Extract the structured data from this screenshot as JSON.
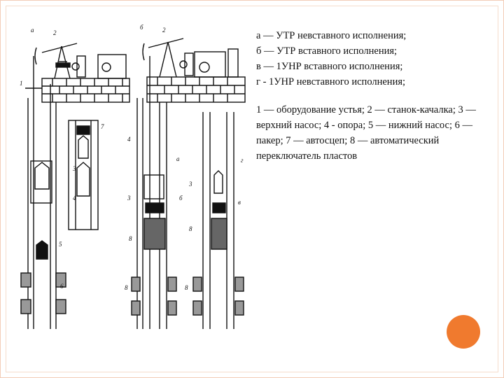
{
  "caption": {
    "lines": [
      "а — УТР невставного исполнения;",
      "б — УТР вставного исполнения;",
      " в — 1УНР вставного исполнения;",
      " г ‑ 1УНР невставного исполнения;"
    ],
    "legend": "1 — оборудование устья; 2 — станок-качалка; 3 — верхний насос; 4 ‑ опора; 5 — нижний насос; 6 — пакер; 7 — автосцеп; 8 — автоматический переключатель пластов"
  },
  "figure": {
    "panel_labels": [
      "а",
      "б",
      "в",
      "г"
    ],
    "callouts": [
      "1",
      "2",
      "3",
      "4",
      "5",
      "6",
      "7",
      "8",
      "а",
      "б",
      "в",
      "г"
    ]
  },
  "colors": {
    "accent_circle": "#f07a2e",
    "border": "#f2cdb7",
    "ink": "#111111"
  }
}
